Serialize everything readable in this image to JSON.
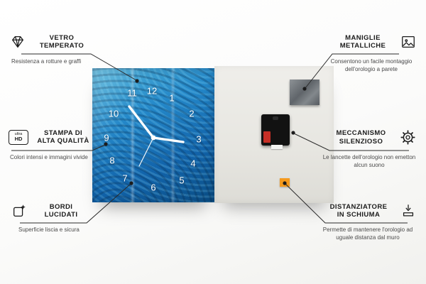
{
  "colors": {
    "accent_blue": "#1f7fc2",
    "leader_line": "#2b2b2b",
    "title_text": "#1c1c1c",
    "desc_text": "#4a4a4a",
    "back_panel": "#e7e6e1",
    "metal_gray": "#70757a",
    "mechanism_black": "#121212",
    "battery_red": "#c62f26",
    "foam_orange": "#f59a1d",
    "clock_numeral": "#ffffff"
  },
  "callouts": {
    "vetro": {
      "icon": "diamond-icon",
      "title1": "VETRO",
      "title2": "TEMPERATO",
      "desc": "Resistenza a rotture e graffi"
    },
    "stampa": {
      "icon": "ultra-hd-icon",
      "icon_line1": "ultra",
      "icon_line2": "HD",
      "title1": "STAMPA DI",
      "title2": "ALTA QUALITÀ",
      "desc": "Colori intensi e immagini vivide"
    },
    "bordi": {
      "icon": "polished-edge-icon",
      "title1": "BORDI",
      "title2": "LUCIDATI",
      "desc": "Superficie liscia e sicura"
    },
    "maniglie": {
      "icon": "picture-frame-icon",
      "title1": "MANIGLIE",
      "title2": "METALLICHE",
      "desc": "Consentono un facile montaggio dell'orologio a parete"
    },
    "meccanismo": {
      "icon": "gear-icon",
      "title1": "MECCANISMO",
      "title2": "SILENZIOSO",
      "desc": "Le lancette dell'orologio non emetton alcun suono"
    },
    "distanziatore": {
      "icon": "foam-spacer-icon",
      "title1": "DISTANZIATORE",
      "title2": "IN SCHIUMA",
      "desc": "Permette di mantenere l'orologio ad uguale distanza dal muro"
    }
  },
  "clock": {
    "numbers": [
      "1",
      "2",
      "3",
      "4",
      "5",
      "6",
      "7",
      "8",
      "9",
      "10",
      "11",
      "12"
    ]
  }
}
